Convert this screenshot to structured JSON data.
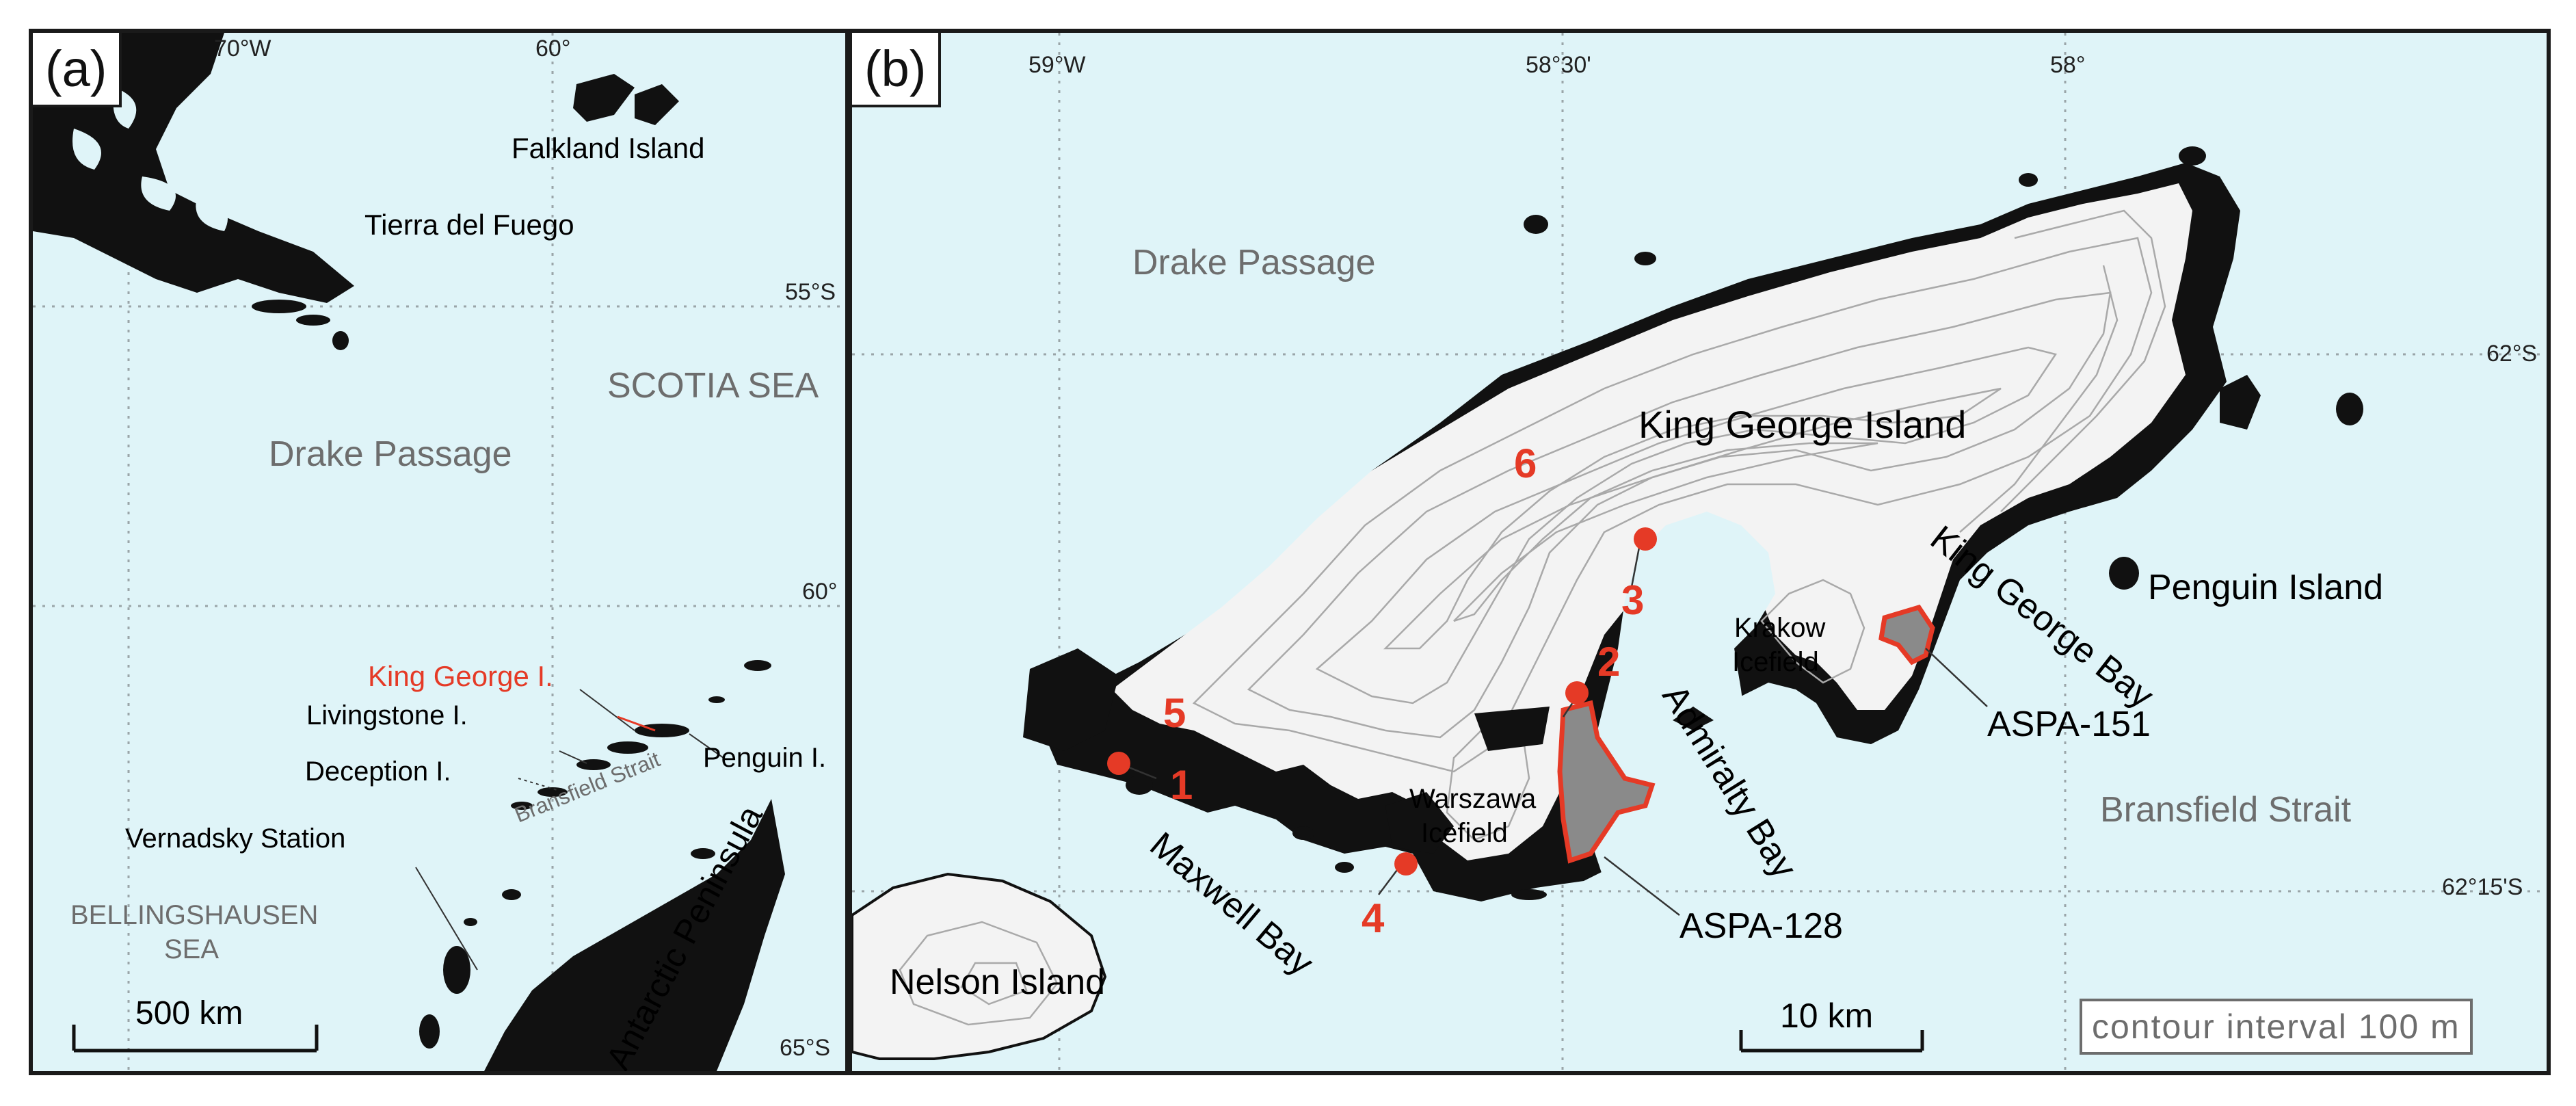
{
  "panel_a": {
    "tag": "(a)",
    "coords": {
      "lon_70": "70°W",
      "lon_60": "60°",
      "lat_55": "55°S",
      "lat_60": "60°",
      "lat_65": "65°S"
    },
    "labels": {
      "falkland": "Falkland Island",
      "tierra": "Tierra del Fuego",
      "scotia": "SCOTIA SEA",
      "drake": "Drake Passage",
      "king_george": "King George I.",
      "livingstone": "Livingstone I.",
      "penguin": "Penguin I.",
      "deception": "Deception I.",
      "bransfield": "Bransfield Strait",
      "vernadsky": "Vernadsky Station",
      "bellingshausen_1": "BELLINGSHAUSEN",
      "bellingshausen_2": "SEA",
      "peninsula": "Antarctic Peninsula"
    },
    "scale": "500 km"
  },
  "panel_b": {
    "tag": "(b)",
    "coords": {
      "lon_59": "59°W",
      "lon_5830": "58°30'",
      "lon_58": "58°",
      "lat_62": "62°S",
      "lat_6215": "62°15'S"
    },
    "labels": {
      "drake": "Drake Passage",
      "kgi": "King George Island",
      "kg_bay": "King George Bay",
      "penguin": "Penguin Island",
      "krakow_1": "Krakow",
      "krakow_2": "Icefield",
      "warszawa_1": "Warszawa",
      "warszawa_2": "Icefield",
      "admiralty": "Admiralty Bay",
      "maxwell": "Maxwell Bay",
      "nelson": "Nelson Island",
      "bransfield": "Bransfield Strait",
      "aspa128": "ASPA-128",
      "aspa151": "ASPA-151"
    },
    "sites": [
      "1",
      "2",
      "3",
      "4",
      "5",
      "6"
    ],
    "scale": "10 km",
    "contour": "contour interval 100 m"
  },
  "colors": {
    "ocean": "#dff4f8",
    "land": "#111111",
    "ice": "#f3f3f3",
    "site": "#e53a26",
    "contour": "#a9a9a9"
  }
}
